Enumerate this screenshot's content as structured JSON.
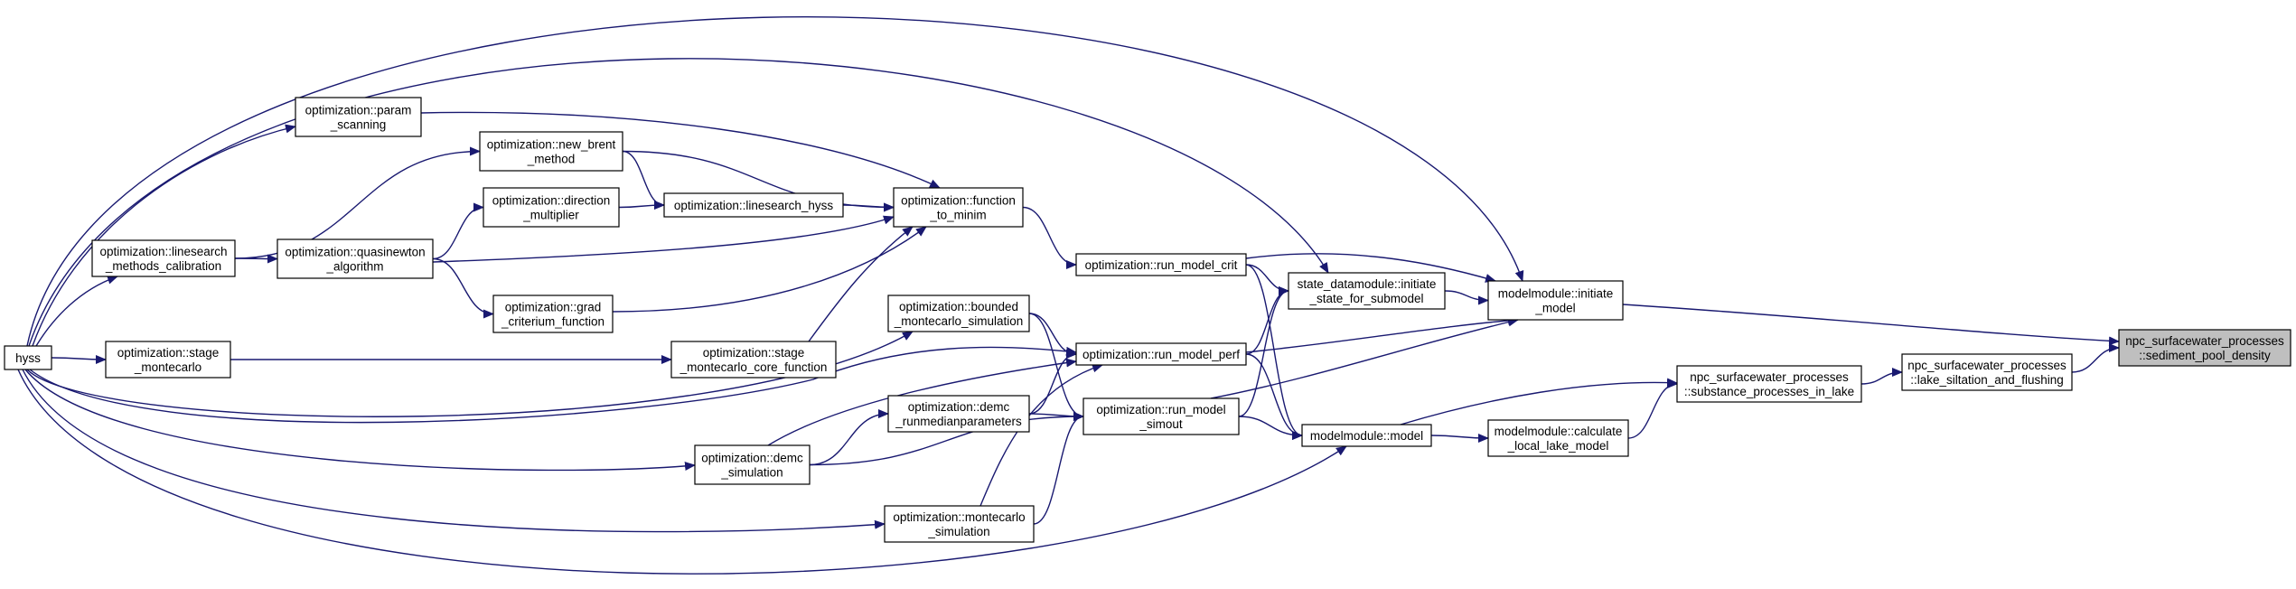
{
  "nodes": {
    "hyss": [
      "hyss"
    ],
    "linesearch_cal": [
      "optimization::linesearch",
      "_methods_calibration"
    ],
    "stage_mc": [
      "optimization::stage",
      "_montecarlo"
    ],
    "param_scanning": [
      "optimization::param",
      "_scanning"
    ],
    "new_brent": [
      "optimization::new_brent",
      "_method"
    ],
    "direction_mult": [
      "optimization::direction",
      "_multiplier"
    ],
    "quasinewton": [
      "optimization::quasinewton",
      "_algorithm"
    ],
    "grad_crit": [
      "optimization::grad",
      "_criterium_function"
    ],
    "linesearch_hyss": [
      "optimization::linesearch_hyss"
    ],
    "function_to_minim": [
      "optimization::function",
      "_to_minim"
    ],
    "stage_mc_core": [
      "optimization::stage",
      "_montecarlo_core_function"
    ],
    "bounded_mc": [
      "optimization::bounded",
      "_montecarlo_simulation"
    ],
    "demc_runmedian": [
      "optimization::demc",
      "_runmedianparameters"
    ],
    "demc_sim": [
      "optimization::demc",
      "_simulation"
    ],
    "montecarlo_sim": [
      "optimization::montecarlo",
      "_simulation"
    ],
    "run_model_crit": [
      "optimization::run_model_crit"
    ],
    "run_model_perf": [
      "optimization::run_model_perf"
    ],
    "run_model_simout": [
      "optimization::run_model",
      "_simout"
    ],
    "state_init": [
      "state_datamodule::initiate",
      "_state_for_submodel"
    ],
    "mm_initiate": [
      "modelmodule::initiate",
      "_model"
    ],
    "mm_model": [
      "modelmodule::model"
    ],
    "mm_calc_lake": [
      "modelmodule::calculate",
      "_local_lake_model"
    ],
    "npc_substance": [
      "npc_surfacewater_processes",
      "::substance_processes_in_lake"
    ],
    "npc_lake_silt": [
      "npc_surfacewater_processes",
      "::lake_siltation_and_flushing"
    ],
    "npc_sediment": [
      "npc_surfacewater_processes",
      "::sediment_pool_density"
    ]
  },
  "focus_node": "npc_sediment",
  "colors": {
    "edge": "#191970",
    "node_border": "#000000",
    "node_fill": "#ffffff",
    "focus_fill": "#bfbfbf"
  },
  "edges": [
    [
      "hyss",
      "mm_initiate"
    ],
    [
      "hyss",
      "state_init"
    ],
    [
      "hyss",
      "param_scanning"
    ],
    [
      "hyss",
      "linesearch_cal"
    ],
    [
      "hyss",
      "stage_mc"
    ],
    [
      "hyss",
      "bounded_mc"
    ],
    [
      "hyss",
      "run_model_perf"
    ],
    [
      "hyss",
      "demc_sim"
    ],
    [
      "hyss",
      "montecarlo_sim"
    ],
    [
      "hyss",
      "mm_model"
    ],
    [
      "linesearch_cal",
      "new_brent"
    ],
    [
      "linesearch_cal",
      "quasinewton"
    ],
    [
      "stage_mc",
      "stage_mc_core"
    ],
    [
      "param_scanning",
      "function_to_minim"
    ],
    [
      "new_brent",
      "linesearch_hyss"
    ],
    [
      "new_brent",
      "function_to_minim"
    ],
    [
      "quasinewton",
      "direction_mult"
    ],
    [
      "quasinewton",
      "function_to_minim"
    ],
    [
      "quasinewton",
      "grad_crit"
    ],
    [
      "direction_mult",
      "linesearch_hyss"
    ],
    [
      "linesearch_hyss",
      "function_to_minim"
    ],
    [
      "grad_crit",
      "function_to_minim"
    ],
    [
      "stage_mc_core",
      "function_to_minim"
    ],
    [
      "function_to_minim",
      "run_model_crit"
    ],
    [
      "run_model_crit",
      "state_init"
    ],
    [
      "run_model_crit",
      "mm_initiate"
    ],
    [
      "run_model_crit",
      "mm_model"
    ],
    [
      "bounded_mc",
      "run_model_perf"
    ],
    [
      "bounded_mc",
      "run_model_simout"
    ],
    [
      "demc_sim",
      "demc_runmedian"
    ],
    [
      "demc_sim",
      "run_model_perf"
    ],
    [
      "demc_sim",
      "run_model_simout"
    ],
    [
      "demc_runmedian",
      "run_model_perf"
    ],
    [
      "demc_runmedian",
      "run_model_simout"
    ],
    [
      "montecarlo_sim",
      "run_model_perf"
    ],
    [
      "montecarlo_sim",
      "run_model_simout"
    ],
    [
      "run_model_perf",
      "state_init"
    ],
    [
      "run_model_perf",
      "mm_initiate"
    ],
    [
      "run_model_perf",
      "mm_model"
    ],
    [
      "run_model_simout",
      "state_init"
    ],
    [
      "run_model_simout",
      "mm_initiate"
    ],
    [
      "run_model_simout",
      "mm_model"
    ],
    [
      "state_init",
      "mm_initiate"
    ],
    [
      "mm_initiate",
      "npc_sediment"
    ],
    [
      "mm_model",
      "mm_calc_lake"
    ],
    [
      "mm_model",
      "npc_substance"
    ],
    [
      "mm_calc_lake",
      "npc_substance"
    ],
    [
      "npc_substance",
      "npc_lake_silt"
    ],
    [
      "npc_lake_silt",
      "npc_sediment"
    ]
  ]
}
